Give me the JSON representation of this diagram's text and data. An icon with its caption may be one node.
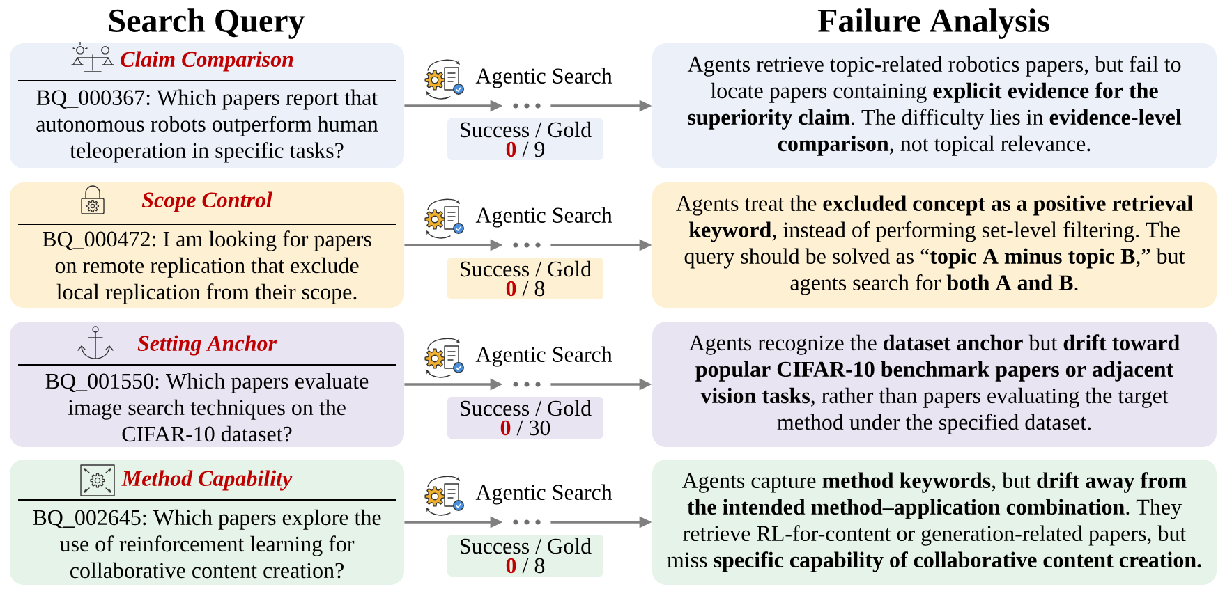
{
  "diagram": {
    "nodes": [
      {
        "text": [
          "Claim Comparison",
          "BQ_000367: Which papers report that autonomous robots outperform human teleoperation in specific tasks?"
        ]
      },
      {
        "text": [],
        "shape": "dots",
        "beside": [
          "Agentic Search"
        ]
      },
      {
        "text": [
          "Success / Gold",
          "**0** / 9"
        ]
      },
      {
        "text": [
          "Agents retrieve topic-related robotics papers, but fail to locate papers containing **explicit evidence for the superiority claim**. The difficulty lies in **evidence-level comparison**, not topical relevance."
        ]
      },
      {
        "text": [
          "Scope Control",
          "BQ_000472: I am looking for papers on remote replication that exclude local replication from their scope."
        ]
      },
      {
        "text": [],
        "shape": "dots",
        "beside": [
          "Agentic Search"
        ]
      },
      {
        "text": [
          "Success / Gold",
          "**0** / 8"
        ]
      },
      {
        "text": [
          "Agents treat the **excluded concept as a positive retrieval keyword**, instead of performing set-level filtering. The query should be solved as “**topic A minus topic B**,” but agents search for **both A and B**."
        ]
      },
      {
        "text": [
          "Setting Anchor",
          "BQ_001550: Which papers evaluate image search techniques on the CIFAR-10 dataset?"
        ]
      },
      {
        "text": [],
        "shape": "dots",
        "beside": [
          "Agentic Search"
        ]
      },
      {
        "text": [
          "Success / Gold",
          "**0** / 30"
        ]
      },
      {
        "text": [
          "Agents recognize the **dataset anchor** but **drift toward popular CIFAR-10 benchmark papers or adjacent vision tasks**, rather than papers evaluating the target method under the specified dataset."
        ]
      },
      {
        "text": [
          "Method Capability",
          "BQ_002645: Which papers explore the use of reinforcement learning for collaborative content creation?"
        ]
      },
      {
        "text": [],
        "shape": "dots",
        "beside": [
          "Agentic Search"
        ]
      },
      {
        "text": [
          "Success / Gold",
          "**0** / 8"
        ]
      },
      {
        "text": [
          "Agents capture **method keywords**, but **drift away from the intended method–application combination**. They retrieve RL-for-content or generation-related papers, but miss **specific capability of collaborative content creation.**"
        ]
      }
    ],
    "edges": [
      {
        "from": 0,
        "to": 1,
        "arrow": "to"
      },
      {
        "from": 1,
        "to": 3,
        "arrow": "to"
      },
      {
        "from": 4,
        "to": 5,
        "arrow": "to"
      },
      {
        "from": 5,
        "to": 7,
        "arrow": "to"
      },
      {
        "from": 8,
        "to": 9,
        "arrow": "to"
      },
      {
        "from": 9,
        "to": 11,
        "arrow": "to"
      },
      {
        "from": 12,
        "to": 13,
        "arrow": "to"
      },
      {
        "from": 13,
        "to": 15,
        "arrow": "to"
      }
    ],
    "labels": [
      "Search Query",
      "Failure Analysis"
    ]
  }
}
